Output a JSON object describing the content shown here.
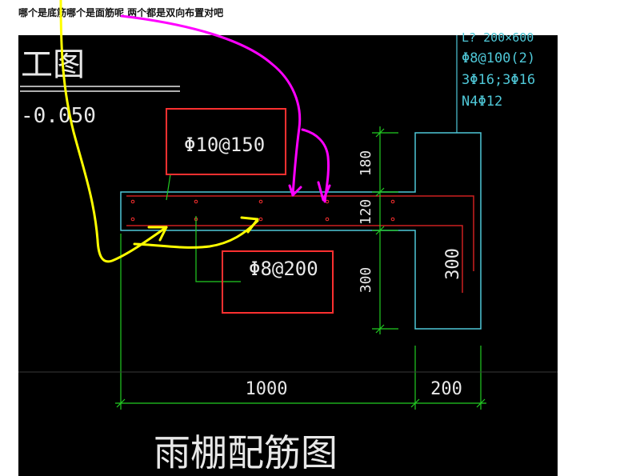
{
  "post": {
    "question": "哪个是底筋哪个是面筋呢 两个都是双向布置对吧"
  },
  "drawing": {
    "partial_title_char": "工图",
    "elevation_text": "-0.050",
    "beam_spec_lines": [
      "L? 200×600",
      "Φ8@100(2)",
      "3Φ16;3Φ16",
      "N4Φ12"
    ],
    "top_rebar_label": "Φ10@150",
    "bottom_rebar_label": "Φ8@200",
    "dims": {
      "upper_height": "180",
      "slab_thickness": "120",
      "lower_height": "300",
      "beam_height": "300",
      "cantilever_length": "1000",
      "beam_width": "200"
    },
    "title": "雨棚配筋图"
  },
  "colors": {
    "canvas": "#000000",
    "cad_cyan": "#4fc8d8",
    "cad_green": "#22cc22",
    "cad_red": "#ff3030",
    "cad_white": "#e8e8e8",
    "annotation_yellow": "#ffff00",
    "annotation_magenta": "#ff00ff"
  }
}
